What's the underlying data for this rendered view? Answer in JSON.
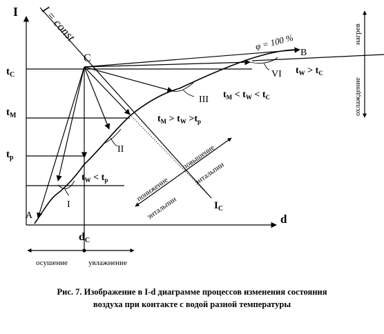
{
  "axes": {
    "y_label": "I",
    "x_label": "d"
  },
  "levels": {
    "tc": {
      "main": "t",
      "sub": "C"
    },
    "tm": {
      "main": "t",
      "sub": "M"
    },
    "tp": {
      "main": "t",
      "sub": "p"
    }
  },
  "labels": {
    "I_const": "I = const",
    "point_C": "C",
    "point_A": "A",
    "point_B": "B",
    "phi": "φ = 100 %",
    "Ic_main": "I",
    "Ic_sub": "C",
    "dc_main": "d",
    "dc_sub": "C"
  },
  "conditions": {
    "vi": {
      "a": "t",
      "a_sub": "W",
      "op": " > ",
      "b": "t",
      "b_sub": "C"
    },
    "iii": {
      "a": "t",
      "a_sub": "M",
      "op1": " < ",
      "b": "t",
      "b_sub": "W",
      "op2": " < ",
      "c": "t",
      "c_sub": "C"
    },
    "ii": {
      "a": "t",
      "a_sub": "M",
      "op1": " > ",
      "b": "t",
      "b_sub": "W",
      "op2": " >",
      "c": "t",
      "c_sub": "p"
    },
    "i": {
      "a": "t",
      "a_sub": "W",
      "op": " < ",
      "b": "t",
      "b_sub": "p"
    }
  },
  "regions": {
    "I": "I",
    "II": "II",
    "III": "III",
    "VI": "VI"
  },
  "annotations": {
    "right_cooling": "охлаждение",
    "right_heating": "нагрев",
    "enthalpy_down_1": "понижение",
    "enthalpy_down_2": "энтальпии",
    "enthalpy_up_1": "повышение",
    "enthalpy_up_2": "энтальпии",
    "drying": "осушение",
    "humidifying": "увлажнение"
  },
  "caption": {
    "line1": "Рис. 7. Изображение в I-d диаграмме процессов изменения состояния",
    "line2": "воздуха при контакте с водой разной температуры"
  }
}
